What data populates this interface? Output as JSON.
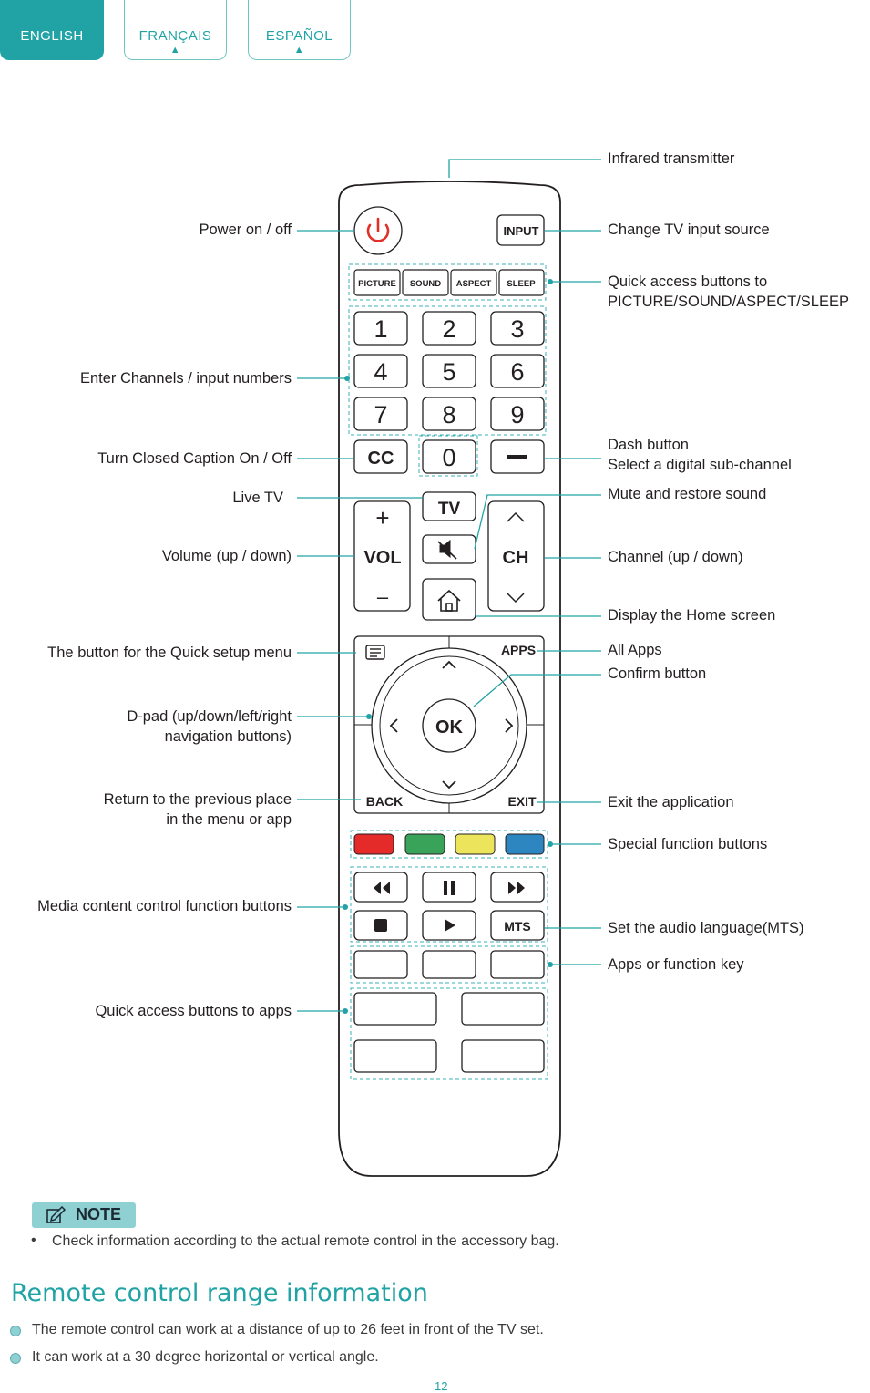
{
  "tabs": [
    {
      "label": "ENGLISH",
      "active": true
    },
    {
      "label": "FRANÇAIS",
      "active": false,
      "arrow": "▲"
    },
    {
      "label": "ESPAÑOL",
      "active": false,
      "arrow": "▲"
    }
  ],
  "labels": {
    "infrared": "Infrared transmitter",
    "power": "Power on / off",
    "input_source": "Change TV input source",
    "quick_access_1": "Quick access buttons to",
    "quick_access_2": "PICTURE/SOUND/ASPECT/SLEEP",
    "enter_channels": "Enter Channels / input numbers",
    "closed_caption": "Turn Closed Caption On / Off",
    "dash_1": "Dash button",
    "dash_2": "Select a digital sub-channel",
    "live_tv": "Live TV",
    "mute": "Mute and restore sound",
    "volume": "Volume (up / down)",
    "channel": "Channel (up / down)",
    "home": "Display the Home screen",
    "quick_setup": "The button for the Quick setup menu",
    "all_apps": "All Apps",
    "confirm": "Confirm button",
    "dpad_1": "D-pad (up/down/left/right",
    "dpad_2": "navigation buttons)",
    "return_1": "Return to the previous place",
    "return_2": "in the menu or app",
    "exit": "Exit the application",
    "special": "Special function buttons",
    "media": "Media content control function buttons",
    "audio_lang": "Set the audio language(MTS)",
    "apps_key": "Apps or function key",
    "quick_apps": "Quick access buttons to apps"
  },
  "remote": {
    "input": "INPUT",
    "quick": [
      "PICTURE",
      "SOUND",
      "ASPECT",
      "SLEEP"
    ],
    "digits": [
      "1",
      "2",
      "3",
      "4",
      "5",
      "6",
      "7",
      "8",
      "9"
    ],
    "cc": "CC",
    "zero": "0",
    "tv": "TV",
    "vol": "VOL",
    "ch": "CH",
    "plus": "+",
    "minus": "–",
    "apps": "APPS",
    "ok": "OK",
    "back": "BACK",
    "exit": "EXIT",
    "mts": "MTS",
    "color_keys": [
      "#e52a2a",
      "#3aa35a",
      "#ece55b",
      "#2e86c1"
    ]
  },
  "note": {
    "badge": "NOTE",
    "text": "Check information according to the actual remote control in the accessory bag."
  },
  "range": {
    "heading": "Remote control range information",
    "items": [
      "The remote control can work at a distance of up to 26 feet in front of the TV set.",
      "It can work at a 30 degree horizontal or vertical angle."
    ]
  },
  "page_number": "12",
  "colors": {
    "accent": "#21a3a6",
    "dashed": "#3bb3b8",
    "power": "#e0302a"
  }
}
